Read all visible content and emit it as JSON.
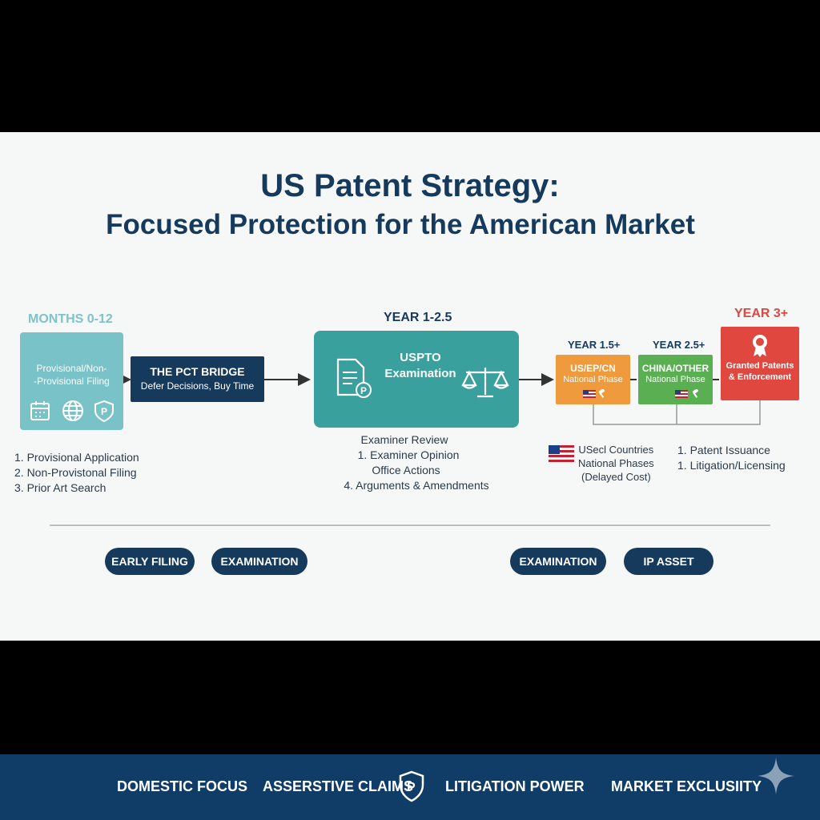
{
  "title": {
    "line1": "US Patent Strategy:",
    "line2": "Focused Protection for the American Market"
  },
  "phases": {
    "months": "MONTHS 0-12",
    "year1": "YEAR 1-2.5",
    "year15": "YEAR 1.5+",
    "year25": "YEAR 2.5+",
    "year3": "YEAR 3+"
  },
  "boxes": {
    "provisional": {
      "line1": "Provisional/Non-",
      "line2": "-Provisional Filing"
    },
    "pct": {
      "line1": "THE PCT BRIDGE",
      "line2": "Defer Decisions, Buy Time"
    },
    "uspto": {
      "line1": "USPTO",
      "line2": "Examination"
    },
    "us_ep_cn": {
      "line1": "US/EP/CN",
      "line2": "National Phase"
    },
    "china_other": {
      "line1": "CHINA/OTHER",
      "line2": "National Phase"
    },
    "granted": {
      "line1": "Granted Patents",
      "line2": "& Enforcement"
    }
  },
  "lists": {
    "filing": [
      "1. Provisional Application",
      "2. Non-Provistonal Filing",
      "3. Prior Art Search"
    ],
    "examination": [
      "Examiner Review",
      "1. Examiner Opinion",
      "Office Actions",
      "4. Arguments & Amendments"
    ],
    "national": [
      "USecl Countries",
      "National Phases",
      "(Delayed Cost)"
    ],
    "grant": [
      "1. Patent Issuance",
      "1. Litigation/Licensing"
    ]
  },
  "pills": [
    "EARLY FILING",
    "EXAMINATION",
    "EXAMINATION",
    "IP ASSET"
  ],
  "footer": [
    "DOMESTIC FOCUS",
    "ASSERSTIVE CLAIMS",
    "LITIGATION POWER",
    "MARKET EXCLUSIITY"
  ],
  "colors": {
    "navy": "#163a5c",
    "teal_light": "#79c2c8",
    "teal": "#39a09e",
    "orange": "#ef9a3c",
    "green": "#5aaf53",
    "red": "#e0473f",
    "footer_bg": "#0f3d68"
  },
  "icons": [
    "calendar-icon",
    "globe-icon",
    "patent-shield-icon",
    "document-patent-icon",
    "scales-icon",
    "us-flag-icon",
    "gavel-icon",
    "award-ribbon-icon",
    "shield-p-icon",
    "sparkle-icon"
  ]
}
